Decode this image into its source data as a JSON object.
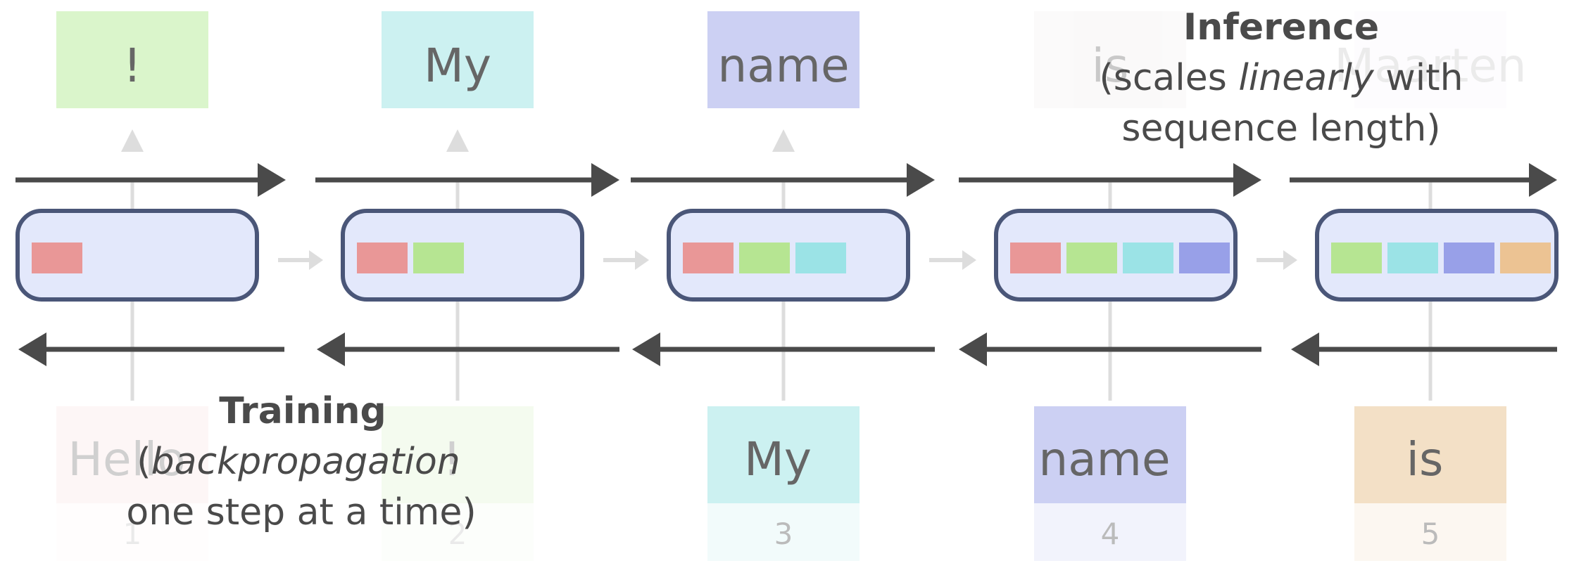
{
  "diagram": {
    "colors": {
      "arrow_dark": "#4a4a4a",
      "arrow_light": "#dddddd",
      "cell_fill": "#e3e8fb",
      "cell_stroke": "#4a5678",
      "text_dark": "#4a4a4a",
      "red": "#e99797",
      "green": "#b6e592",
      "cyan": "#9be3e6",
      "blue": "#98a0e8",
      "orange": "#ecc393"
    },
    "cells": [
      {
        "state": [
          "red"
        ]
      },
      {
        "state": [
          "red",
          "green"
        ]
      },
      {
        "state": [
          "red",
          "green",
          "cyan"
        ]
      },
      {
        "state": [
          "red",
          "green",
          "cyan",
          "blue"
        ]
      },
      {
        "state": [
          "green",
          "cyan",
          "blue",
          "orange"
        ]
      }
    ],
    "outputs": [
      {
        "text": "!",
        "fill": "#daf5cb",
        "opacity": 1
      },
      {
        "text": "My",
        "fill": "#ccf1f1",
        "opacity": 1
      },
      {
        "text": "name",
        "fill": "#ccd0f3",
        "opacity": 1
      },
      {
        "text": "is",
        "fill": "#f3f0f0",
        "opacity": 0.35
      },
      {
        "text": "Maarten",
        "fill": "#f6eef8",
        "opacity": 0.12
      }
    ],
    "inputs": [
      {
        "text": "Hello",
        "fill": "#fbe4e4",
        "index": "1",
        "opacity": 0.3
      },
      {
        "text": "!",
        "fill": "#dcf5cd",
        "index": "2",
        "opacity": 0.3
      },
      {
        "text": "My",
        "fill": "#ccf1f1",
        "index": "3",
        "opacity": 1
      },
      {
        "text": "name",
        "fill": "#ccd0f3",
        "index": "4",
        "opacity": 1
      },
      {
        "text": "is",
        "fill": "#f3e0c6",
        "index": "5",
        "opacity": 1
      }
    ],
    "inference": {
      "title": "Inference",
      "line1_pre": "(scales ",
      "line1_italic": "linearly",
      "line1_post": " with",
      "line2": "sequence length)"
    },
    "training": {
      "title": "Training",
      "line1_pre": "(",
      "line1_italic": "backpropagation",
      "line2": "one step at a time)"
    }
  }
}
